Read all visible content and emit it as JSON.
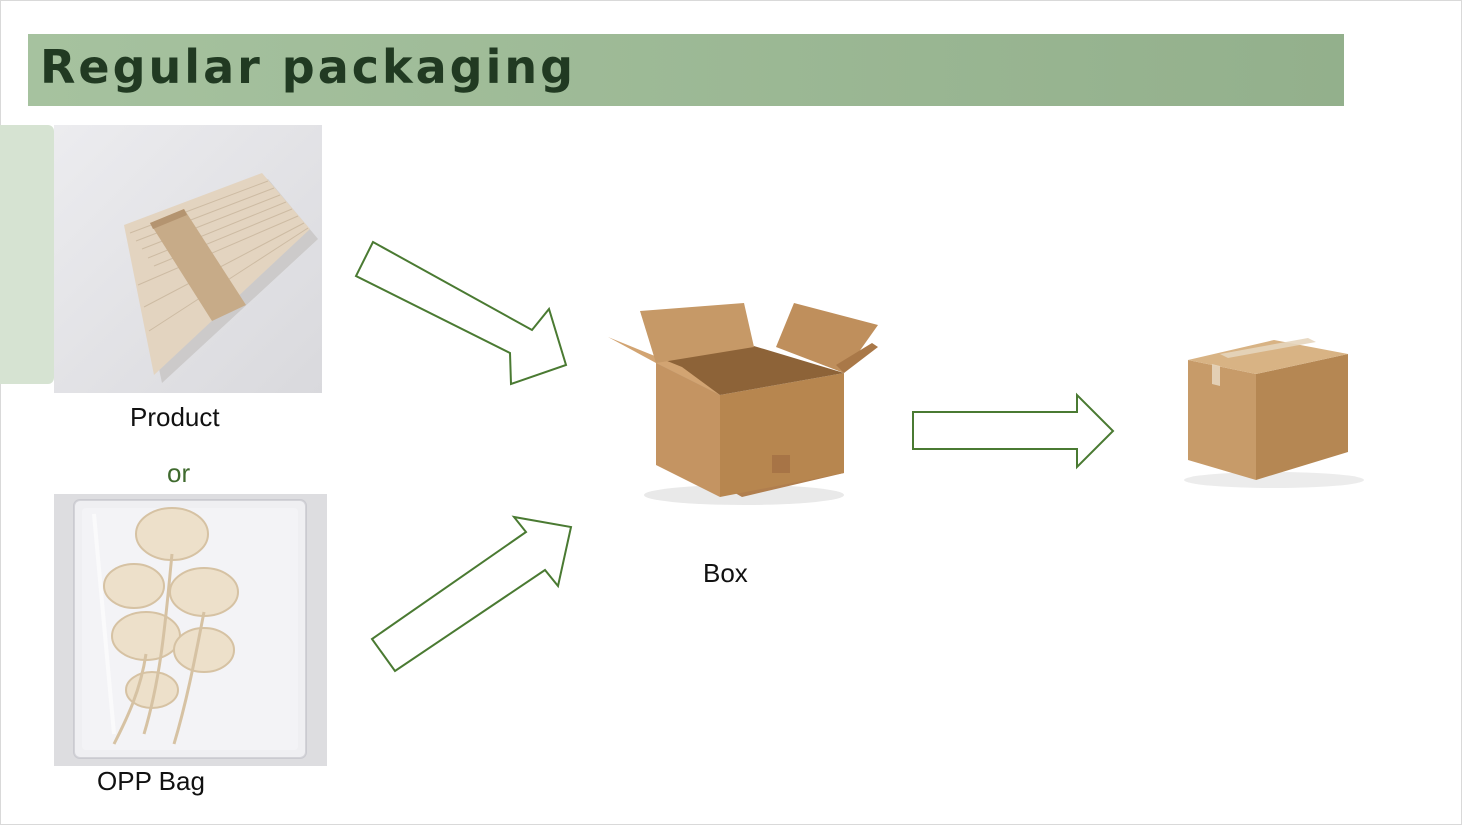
{
  "slide": {
    "title": "Regular packaging"
  },
  "labels": {
    "product": "Product",
    "or": "or",
    "opp_bag": "OPP Bag",
    "box": "Box"
  },
  "colors": {
    "title_bar": "#9fbb98",
    "title_text": "#213a22",
    "side_accent": "#d6e3d2",
    "arrow_outline": "#4a7a32",
    "or_text": "#3f6a2e"
  },
  "icons": {
    "arrow_shape": "outlined-block-arrow"
  }
}
